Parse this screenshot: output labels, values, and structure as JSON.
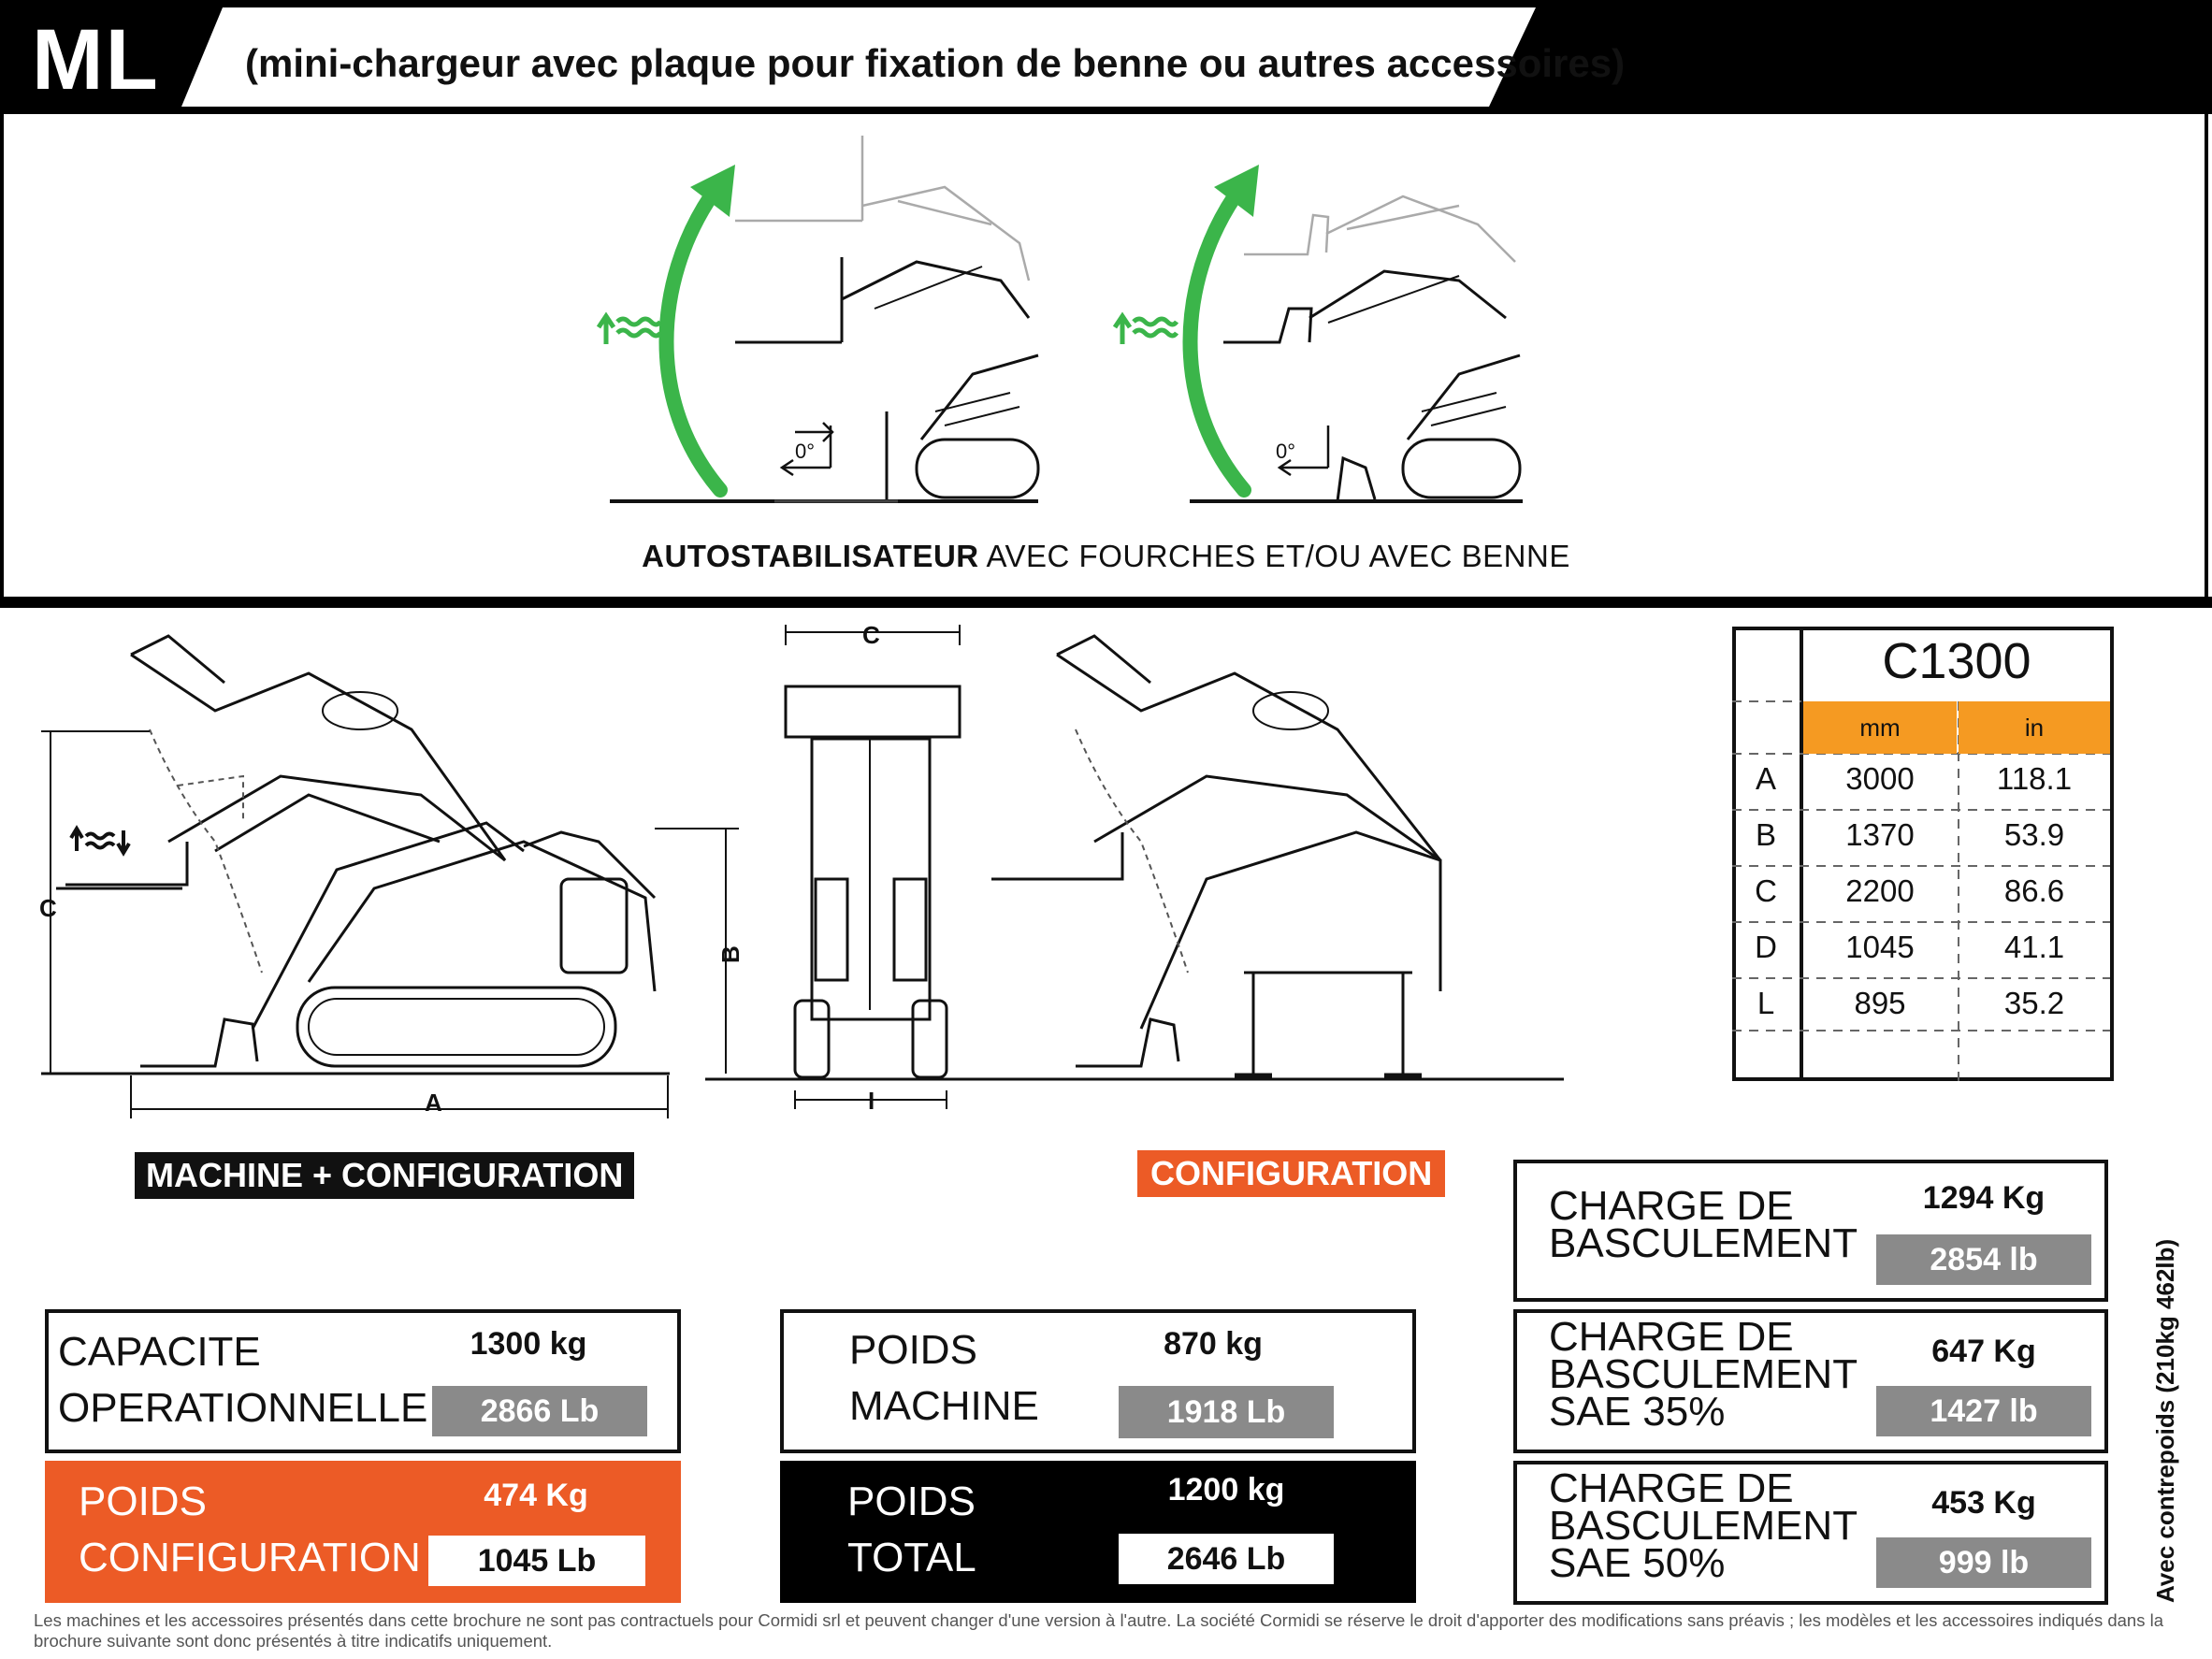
{
  "header": {
    "code": "ML",
    "subtitle": "(mini-chargeur avec plaque pour fixation de benne ou autres accessoires)"
  },
  "stabilizer_caption": {
    "bold": "AUTOSTABILISATEUR",
    "rest": " AVEC FOURCHES ET/OU AVEC BENNE"
  },
  "diagram": {
    "angle_label": "0°",
    "dims": [
      "A",
      "B",
      "C",
      "C",
      "I"
    ]
  },
  "spec_table": {
    "model": "C1300",
    "unit_mm": "mm",
    "unit_in": "in",
    "rows": [
      {
        "letter": "A",
        "mm": "3000",
        "in": "118.1"
      },
      {
        "letter": "B",
        "mm": "1370",
        "in": "53.9"
      },
      {
        "letter": "C",
        "mm": "2200",
        "in": "86.6"
      },
      {
        "letter": "D",
        "mm": "1045",
        "in": "41.1"
      },
      {
        "letter": "L",
        "mm": "895",
        "in": "35.2"
      }
    ]
  },
  "labels": {
    "machine_config": "MACHINE + CONFIGURATION",
    "configuration": "CONFIGURATION"
  },
  "capacity": {
    "line1": "CAPACITE",
    "line2": "OPERATIONNELLE",
    "kg": "1300 kg",
    "lb": "2866 Lb"
  },
  "machine_weight": {
    "line1": "POIDS",
    "line2": "MACHINE",
    "kg": "870 kg",
    "lb": "1918 Lb"
  },
  "config_weight": {
    "line1": "POIDS",
    "line2": "CONFIGURATION",
    "kg": "474 Kg",
    "lb": "1045 Lb"
  },
  "total_weight": {
    "line1": "POIDS",
    "line2": "TOTAL",
    "kg": "1200 kg",
    "lb": "2646 Lb"
  },
  "tipping": [
    {
      "line1": "CHARGE DE",
      "line2": "BASCULEMENT",
      "line3": "",
      "kg": "1294 Kg",
      "lb": "2854 lb"
    },
    {
      "line1": "CHARGE DE",
      "line2": "BASCULEMENT",
      "line3": "SAE 35%",
      "kg": "647 Kg",
      "lb": "1427 lb"
    },
    {
      "line1": "CHARGE DE",
      "line2": "BASCULEMENT",
      "line3": "SAE 50%",
      "kg": "453 Kg",
      "lb": "999 lb"
    }
  ],
  "counterweight_note": "Avec contrepoids (210kg 462lb)",
  "footnote": "Les machines et les accessoires présentés dans cette brochure ne sont pas contractuels pour Cormidi srl et peuvent changer d'une version à l'autre. La société Cormidi se réserve le droit d'apporter des modifications sans préavis ; les modèles et les accessoires indiqués dans la brochure suivante sont donc présentés à titre indicatifs uniquement.",
  "colors": {
    "accent_orange": "#ec5b26",
    "table_orange": "#f59a22",
    "arrow_green": "#3bb54a",
    "grey_pill": "#8a8a8a"
  }
}
